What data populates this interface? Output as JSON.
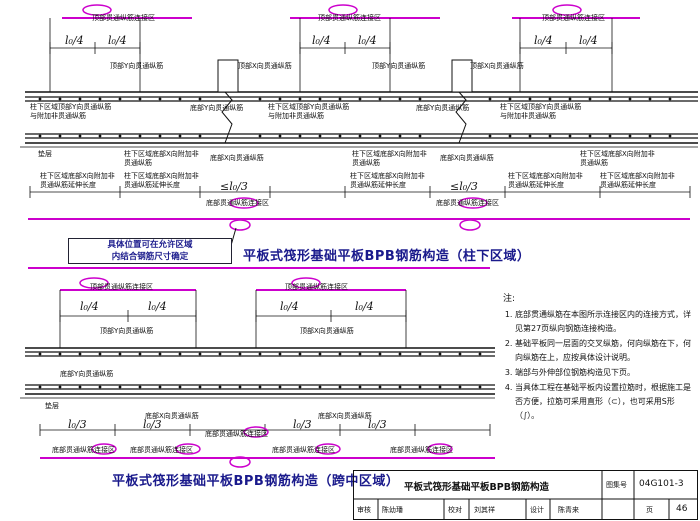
{
  "top_diagram": {
    "connect_zone_top": "顶部贯通纵筋连接区",
    "dim_lo4": "l₀/4",
    "top_y_rebar": "顶部Y向贯通纵筋",
    "top_x_rebar": "顶部X向贯通纵筋",
    "col_zone_top_y_extra": "柱下区域顶部Y向贯通纵筋与附加非贯通纵筋",
    "col_zone_top_y_extra_2": "柱下区域顶部Y向贯通纵筋与附加非贯通纵筋",
    "bottom_y_rebar": "底部Y向贯通纵筋",
    "bottom_x_rebar": "底部X向贯通纵筋",
    "cushion": "垫层",
    "col_zone_bottom_x_extra": "柱下区域底部X向附加非贯通纵筋",
    "col_zone_bottom_x_ext_len": "柱下区域底部X向附加非贯通纵筋延伸长度",
    "dim_lt_lo3": "≤l₀/3",
    "connect_zone_bottom": "底部贯通纵筋连接区"
  },
  "caption_top": "平板式筏形基础平板BPB钢筋构造（柱下区域）",
  "callout": {
    "line1": "具体位置可在允许区域",
    "line2": "内结合钢筋尺寸确定"
  },
  "bottom_diagram": {
    "connect_zone_top": "顶部贯通纵筋连接区",
    "dim_lo4": "l₀/4",
    "top_y_rebar": "顶部Y向贯通纵筋",
    "top_x_rebar": "顶部X向贯通纵筋",
    "bottom_y_rebar": "底部Y向贯通纵筋",
    "bottom_x_rebar": "底部X向贯通纵筋",
    "cushion": "垫层",
    "dim_lo3": "l₀/3",
    "connect_zone_bottom": "底部贯通纵筋连接区"
  },
  "caption_bottom": "平板式筏形基础平板BPB钢筋构造（跨中区域）",
  "notes": {
    "title": "注:",
    "items": [
      "底部贯通纵筋在本图所示连接区内的连接方式，详见第27页纵向钢筋连接构造。",
      "基础平板同一层面的交叉纵筋，何向纵筋在下，何向纵筋在上，应按具体设计说明。",
      "端部与外伸部位钢筋构造见下页。",
      "当具体工程在基础平板内设置拉筋时，根据施工是否方便，拉筋可采用直形（⊂），也可采用S形（∫）。"
    ]
  },
  "title_block": {
    "title": "平板式筏形基础平板BPB钢筋构造",
    "atlas_label": "图集号",
    "atlas_no": "04G101-3",
    "review": "审核",
    "reviewer": "陈幼璠",
    "check": "校对",
    "checker": "刘其祥",
    "design": "设计",
    "designer": "陈青来",
    "page_label": "页",
    "page_no": "46"
  },
  "colors": {
    "accent_magenta": "#cc00cc",
    "caption_blue": "#1a1a8c",
    "ink": "#111111"
  }
}
